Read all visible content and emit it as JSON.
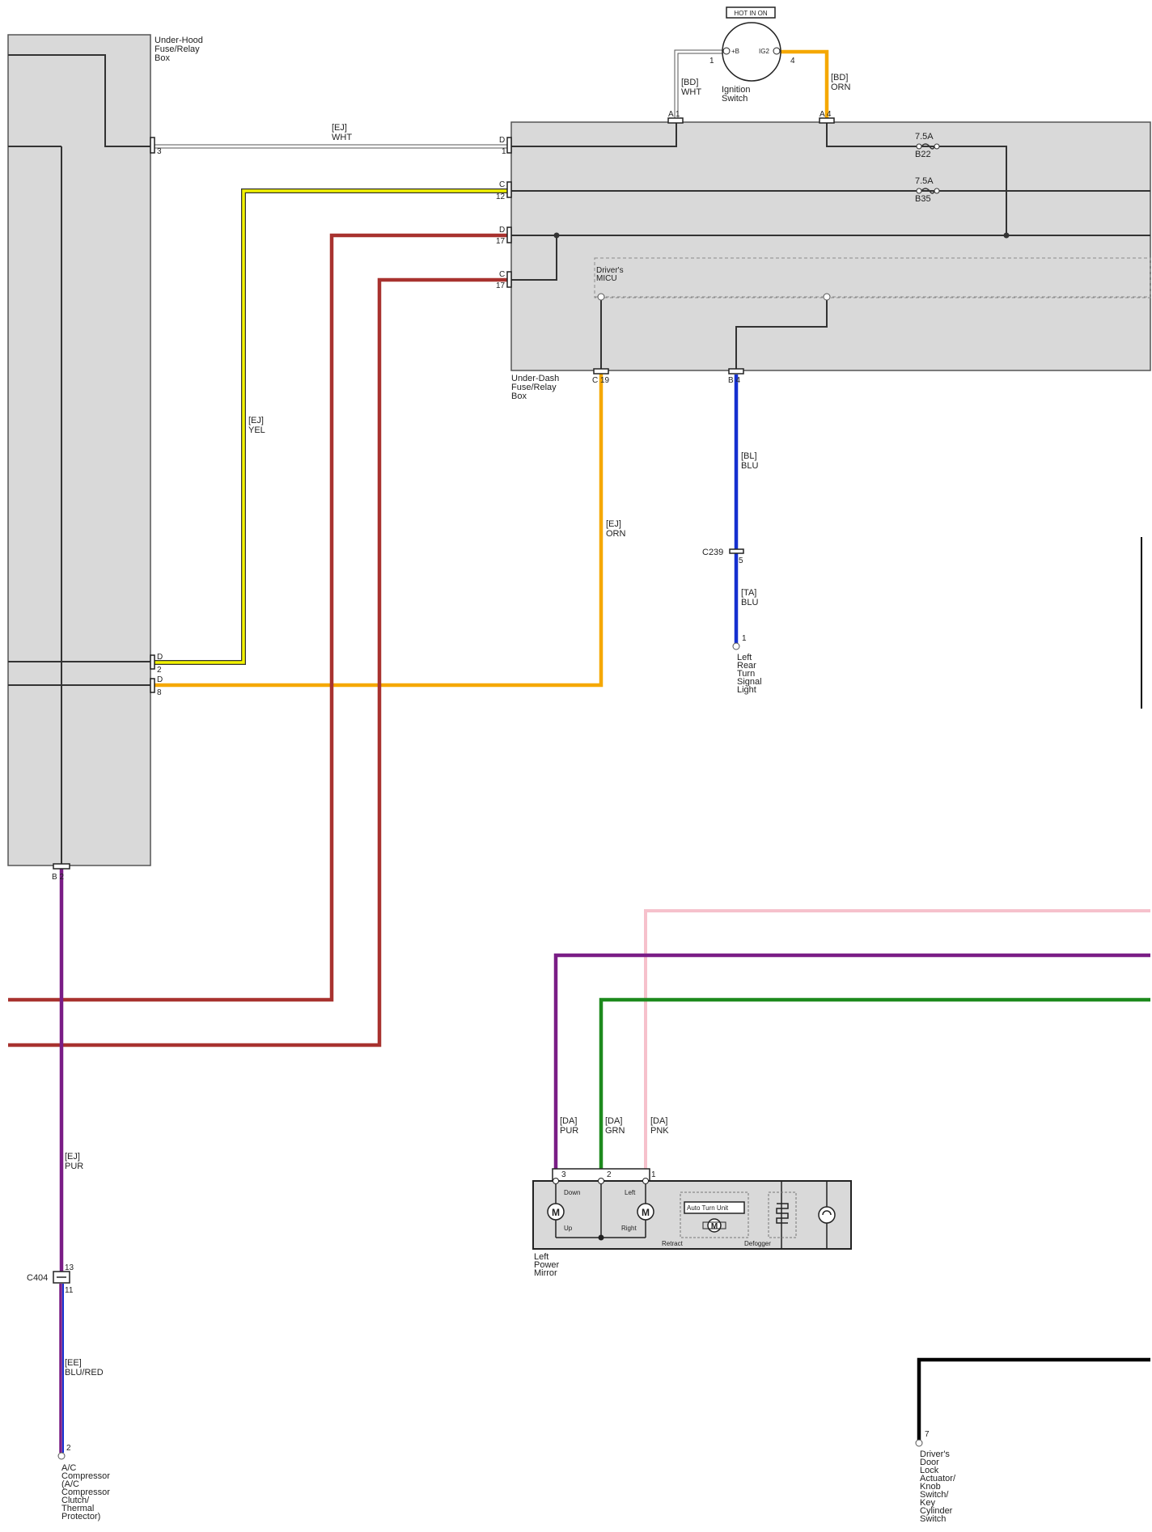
{
  "boxes": {
    "under_hood": [
      "Under-Hood",
      "Fuse/Relay",
      "Box"
    ],
    "under_dash": [
      "Under-Dash",
      "Fuse/Relay",
      "Box"
    ],
    "micu": [
      "Driver's",
      "MICU"
    ]
  },
  "ignition": {
    "tag": "HOT IN ON",
    "name": [
      "Ignition",
      "Switch"
    ],
    "pin_b": "+B",
    "pin_ig2": "IG2",
    "n1": "1",
    "n4": "4"
  },
  "fuses": {
    "f1_rating": "7.5A",
    "f1_name": "B22",
    "f2_rating": "7.5A",
    "f2_name": "B35"
  },
  "wires": {
    "bd_wht": [
      "[BD]",
      "WHT"
    ],
    "bd_orn": [
      "[BD]",
      "ORN"
    ],
    "ej_wht": [
      "[EJ]",
      "WHT"
    ],
    "ej_yel": [
      "[EJ]",
      "YEL"
    ],
    "ej_orn": [
      "[EJ]",
      "ORN"
    ],
    "bl_blu": [
      "[BL]",
      "BLU"
    ],
    "ta_blu": [
      "[TA]",
      "BLU"
    ],
    "ej_pur": [
      "[EJ]",
      "PUR"
    ],
    "ee_blured": [
      "[EE]",
      "BLU/RED"
    ],
    "da_pur": [
      "[DA]",
      "PUR"
    ],
    "da_grn": [
      "[DA]",
      "GRN"
    ],
    "da_pnk": [
      "[DA]",
      "PNK"
    ]
  },
  "pins": {
    "uh_3": "3",
    "uh_d_2a": "D",
    "uh_d_2b": "2",
    "uh_d_8a": "D",
    "uh_d_8b": "8",
    "uh_b2": "B 2",
    "ud_d1a": "D",
    "ud_d1b": "1",
    "ud_c12a": "C",
    "ud_c12b": "12",
    "ud_d17a": "D",
    "ud_d17b": "17",
    "ud_c17a": "C",
    "ud_c17b": "17",
    "ud_a1": "A 1",
    "ud_a4": "A 4",
    "ud_c19": "C 19",
    "ud_b4": "B 4",
    "c239_5": "5",
    "light_1": "1",
    "c404_13": "13",
    "c404_11": "11",
    "comp_2": "2",
    "mir_3": "3",
    "mir_2": "2",
    "mir_1": "1",
    "lock_7": "7"
  },
  "connectors": {
    "c239": "C239",
    "c404": "C404"
  },
  "components": {
    "turn_light": [
      "Left",
      "Rear",
      "Turn",
      "Signal",
      "Light"
    ],
    "compressor": [
      "A/C",
      "Compressor",
      "(A/C",
      "Compressor",
      "Clutch/",
      "Thermal",
      "Protector)"
    ],
    "mirror": [
      "Left",
      "Power",
      "Mirror"
    ],
    "door_lock": [
      "Driver's",
      "Door",
      "Lock",
      "Actuator/",
      "Knob",
      "Switch/",
      "Key",
      "Cylinder",
      "Switch"
    ]
  },
  "mirror_inner": {
    "down": "Down",
    "up": "Up",
    "left": "Left",
    "right": "Right",
    "auto_turn": "Auto Turn Unit",
    "retract": "Retract",
    "defogger": "Defogger",
    "motor": "M"
  },
  "colors": {
    "white": "#ffffff",
    "yellow": "#f2f200",
    "orange": "#f5a800",
    "red": "#a8322f",
    "blue": "#1530d0",
    "purple": "#7a1d86",
    "green": "#1d8a1d",
    "pink": "#f6c1cc",
    "black": "#000000",
    "box_fill": "#d9d9d9"
  }
}
